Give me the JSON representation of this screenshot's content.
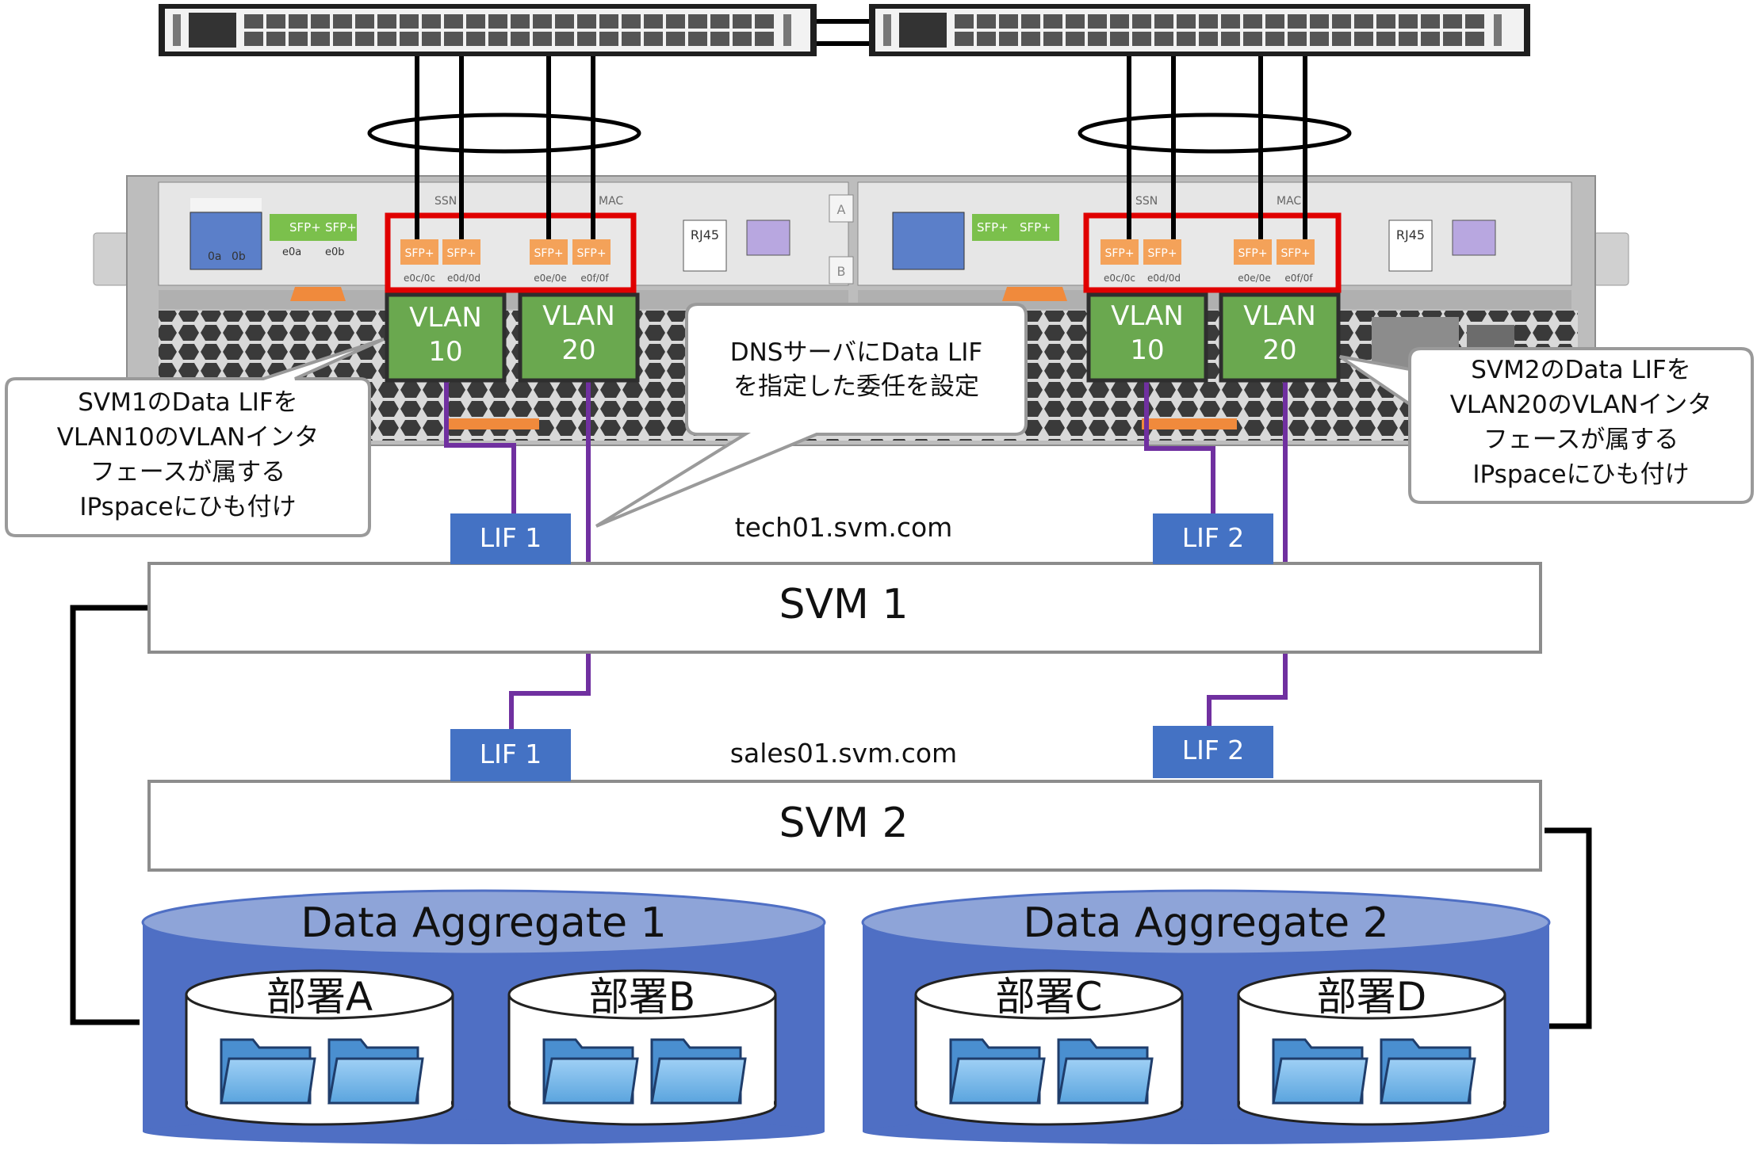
{
  "switch_ports": "",
  "vlans": [
    {
      "label": "VLAN",
      "num": "10"
    },
    {
      "label": "VLAN",
      "num": "20"
    },
    {
      "label": "VLAN",
      "num": "10"
    },
    {
      "label": "VLAN",
      "num": "20"
    }
  ],
  "ports": [
    "SFP+",
    "SFP+",
    "SFP+",
    "SFP+"
  ],
  "port_labels": [
    "e0c/0c",
    "e0d/0d",
    "e0e/0e",
    "e0f/0f"
  ],
  "node_labels": {
    "ssn": "SSN",
    "mac": "MAC",
    "rj45": "RJ45",
    "a": "A",
    "b": "B",
    "e0a": "e0a",
    "e0b": "e0b",
    "p0a": "0a",
    "p0b": "0b"
  },
  "callouts": {
    "left": [
      "SVM1のData LIFを",
      "VLAN10のVLANインタ",
      "フェースが属する",
      "IPspaceにひも付け"
    ],
    "middle": [
      "DNSサーバにData LIF",
      "を指定した委任を設定"
    ],
    "right": [
      "SVM2のData LIFを",
      "VLAN20のVLANインタ",
      "フェースが属する",
      "IPspaceにひも付け"
    ]
  },
  "lifs": [
    "LIF 1",
    "LIF 2",
    "LIF 1",
    "LIF 2"
  ],
  "domains": {
    "svm1": "tech01.svm.com",
    "svm2": "sales01.svm.com"
  },
  "svms": {
    "svm1": "SVM 1",
    "svm2": "SVM 2"
  },
  "aggregates": [
    {
      "title": "Data Aggregate 1",
      "depts": [
        "部署A",
        "部署B"
      ]
    },
    {
      "title": "Data Aggregate 2",
      "depts": [
        "部署C",
        "部署D"
      ]
    }
  ],
  "colors": {
    "vlan": "#6aa84f",
    "lif": "#4472c4",
    "aggregate": "#4f6fc4",
    "aggregate_top": "#8ea4d8",
    "purple_line": "#7030a0",
    "red_box": "#e00000"
  }
}
